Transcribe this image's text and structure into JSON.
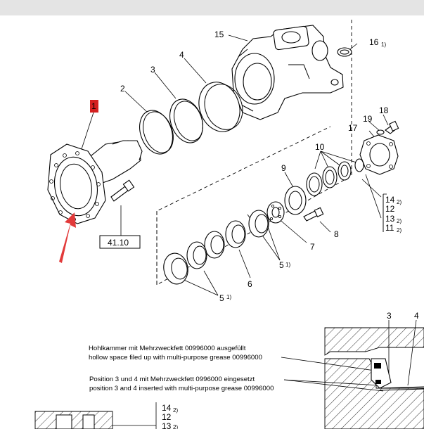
{
  "callouts": {
    "c1": "1",
    "c2": "2",
    "c3": "3",
    "c4": "4",
    "c5a": "5",
    "c5b": "5",
    "c6": "6",
    "c7": "7",
    "c8": "8",
    "c9": "9",
    "c10": "10",
    "c15": "15",
    "c16": "16",
    "c17": "17",
    "c18": "18",
    "c19": "19",
    "c14": "14",
    "c12": "12",
    "c13": "13",
    "c11": "11",
    "c14b": "14",
    "c12b": "12",
    "c13b": "13",
    "c3b": "3",
    "c4b": "4"
  },
  "footnotes": {
    "f1": "1)",
    "f2": "2)"
  },
  "reference_box": "41.10",
  "notes": {
    "hollow_de": "Hohlkammer mit Mehrzweckfett 00996000 ausgefüllt",
    "hollow_en": "hollow space filed up with multi-purpose grease 00996000",
    "pos_de": "Position 3 und 4 mit Mehrzweckfett 0996000 eingesetzt",
    "pos_en": "position 3 and 4 inserted with multi-purpose grease 00996000"
  },
  "colors": {
    "highlight": "#d42020",
    "arrow": "#e23a3a",
    "topbar": "#e4e4e4"
  },
  "icons": {
    "pointer": "arrow-pointer-icon"
  }
}
